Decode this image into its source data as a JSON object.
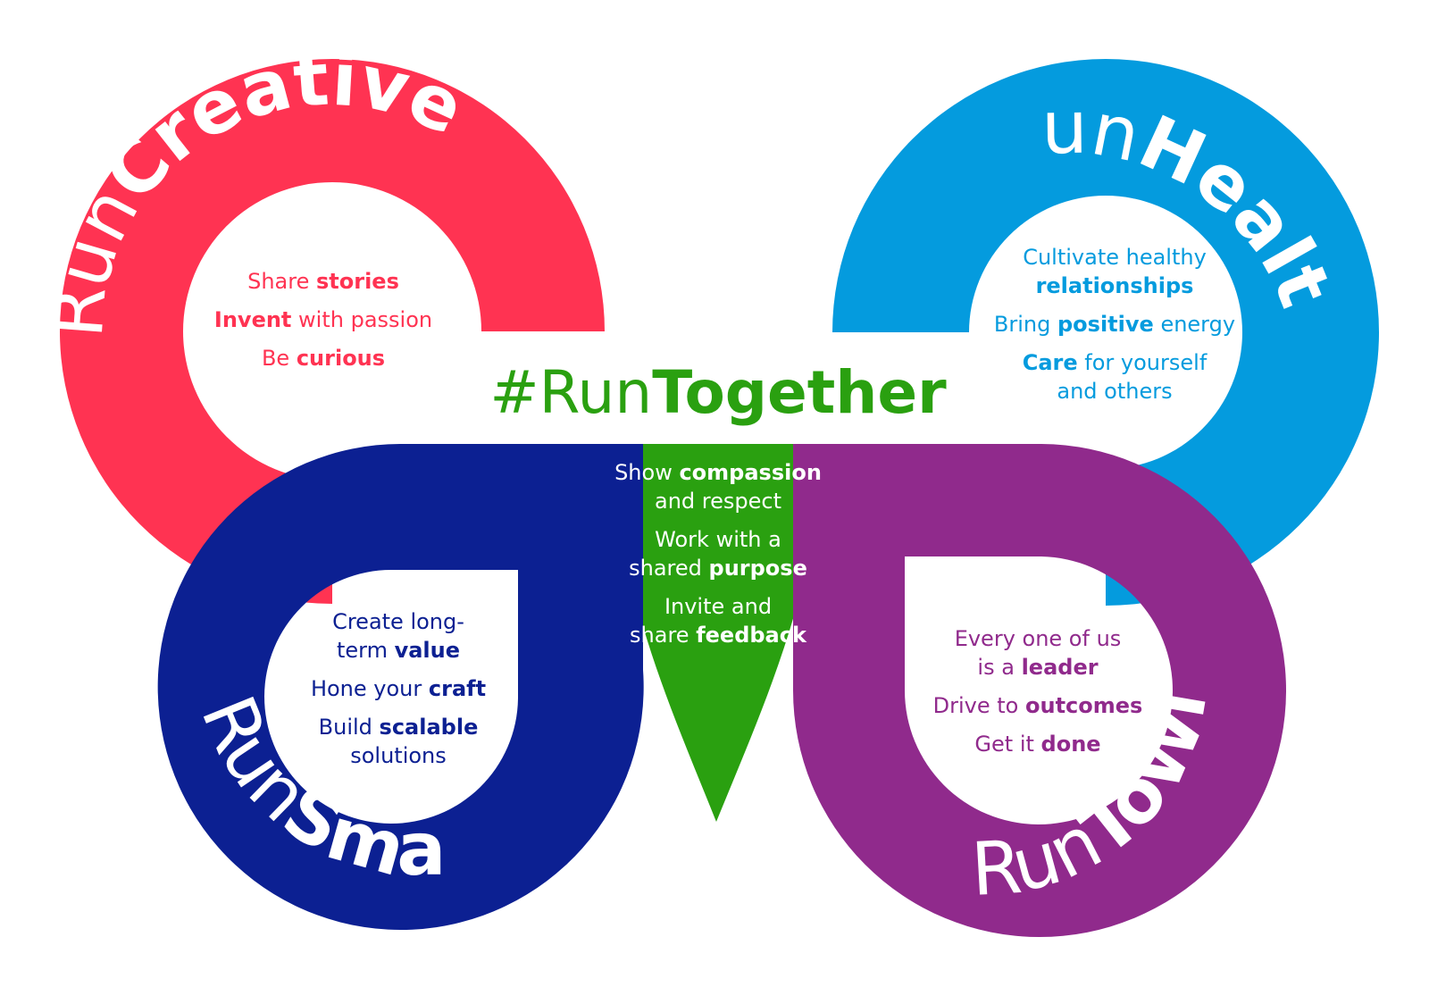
{
  "colors": {
    "creatively": "#ff3352",
    "healthy": "#049bde",
    "smart": "#0c2092",
    "towin": "#902a8c",
    "together": "#2aa010",
    "background": "#ffffff"
  },
  "rings": {
    "creatively": {
      "title_prefix": "#Run",
      "title_strong": "Creatively",
      "values": [
        [
          {
            "t": "Share ",
            "b": false
          },
          {
            "t": "stories",
            "b": true
          }
        ],
        [
          {
            "t": "Invent",
            "b": true
          },
          {
            "t": " with passion",
            "b": false
          }
        ],
        [
          {
            "t": "Be ",
            "b": false
          },
          {
            "t": "curious",
            "b": true
          }
        ]
      ]
    },
    "healthy": {
      "title_prefix": "#Run",
      "title_strong": "Healthy",
      "values": [
        [
          {
            "t": "Cultivate healthy",
            "b": false
          }
        ],
        [
          {
            "t": "relationships",
            "b": true
          }
        ],
        [
          {
            "t": "Bring ",
            "b": false
          },
          {
            "t": "positive",
            "b": true
          },
          {
            "t": " energy",
            "b": false
          }
        ],
        [
          {
            "t": "Care",
            "b": true
          },
          {
            "t": " for yourself",
            "b": false
          }
        ],
        [
          {
            "t": "and others",
            "b": false
          }
        ]
      ]
    },
    "smart": {
      "title_prefix": "#Run",
      "title_strong": "Smart",
      "values": [
        [
          {
            "t": "Create long-",
            "b": false
          }
        ],
        [
          {
            "t": "term ",
            "b": false
          },
          {
            "t": "value",
            "b": true
          }
        ],
        [
          {
            "t": "Hone your ",
            "b": false
          },
          {
            "t": "craft",
            "b": true
          }
        ],
        [
          {
            "t": "Build ",
            "b": false
          },
          {
            "t": "scalable",
            "b": true
          }
        ],
        [
          {
            "t": "solutions",
            "b": false
          }
        ]
      ]
    },
    "towin": {
      "title_prefix": "#Run",
      "title_strong": "ToWin",
      "values": [
        [
          {
            "t": "Every one of us",
            "b": false
          }
        ],
        [
          {
            "t": "is a ",
            "b": false
          },
          {
            "t": "leader",
            "b": true
          }
        ],
        [
          {
            "t": "Drive to ",
            "b": false
          },
          {
            "t": "outcomes",
            "b": true
          }
        ],
        [
          {
            "t": "Get it ",
            "b": false
          },
          {
            "t": "done",
            "b": true
          }
        ]
      ]
    }
  },
  "together": {
    "title_prefix": "#Run",
    "title_strong": "Together",
    "values": [
      [
        {
          "t": "Show ",
          "b": false
        },
        {
          "t": "compassion",
          "b": true
        }
      ],
      [
        {
          "t": "and respect",
          "b": false
        }
      ],
      [
        {
          "t": "Work with a",
          "b": false
        }
      ],
      [
        {
          "t": "shared ",
          "b": false
        },
        {
          "t": "purpose",
          "b": true
        }
      ],
      [
        {
          "t": "Invite and",
          "b": false
        }
      ],
      [
        {
          "t": "share ",
          "b": false
        },
        {
          "t": "feedback",
          "b": true
        }
      ]
    ]
  }
}
